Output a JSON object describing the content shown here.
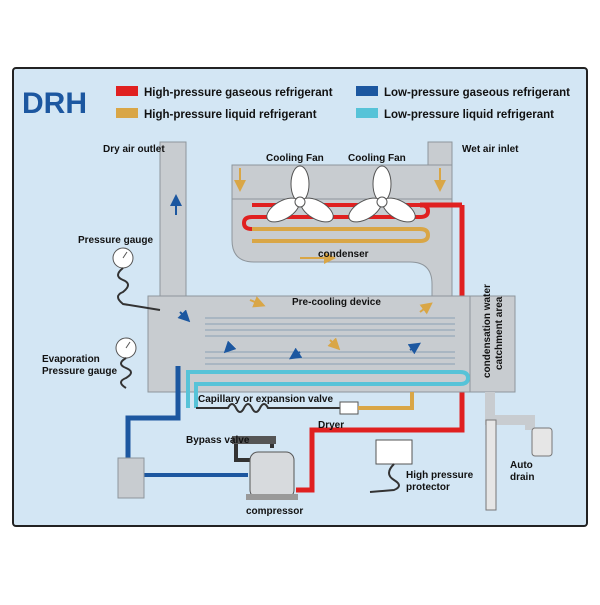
{
  "brand": "DRH",
  "colors": {
    "panel_bg": "#d3e6f4",
    "frame": "#222222",
    "high_gas": "#e02020",
    "high_liquid": "#d9a646",
    "low_gas": "#1c57a0",
    "low_liquid": "#56c3d8",
    "duct": "#c8ccd0",
    "duct_dark": "#8e959b"
  },
  "legend": [
    {
      "key": "high_gas",
      "label": "High-pressure gaseous refrigerant"
    },
    {
      "key": "low_gas",
      "label": "Low-pressure gaseous refrigerant"
    },
    {
      "key": "high_liquid",
      "label": "High-pressure liquid refrigerant"
    },
    {
      "key": "low_liquid",
      "label": "Low-pressure liquid refrigerant"
    }
  ],
  "labels": {
    "dry_air_outlet": "Dry air outlet",
    "wet_air_inlet": "Wet air inlet",
    "cooling_fan_1": "Cooling Fan",
    "cooling_fan_2": "Cooling Fan",
    "condenser": "condenser",
    "pressure_gauge": "Pressure gauge",
    "evaporation_line1": "Evaporation",
    "evaporation_line2": "Pressure gauge",
    "pre_cooling": "Pre-cooling device",
    "catchment_line1": "condensation water",
    "catchment_line2": "catchment area",
    "capillary": "Capillary or expansion valve",
    "dryer": "Dryer",
    "bypass": "Bypass valve",
    "compressor": "compressor",
    "hp_protector_line1": "High pressure",
    "hp_protector_line2": "protector",
    "auto_drain_line1": "Auto",
    "auto_drain_line2": "drain"
  }
}
